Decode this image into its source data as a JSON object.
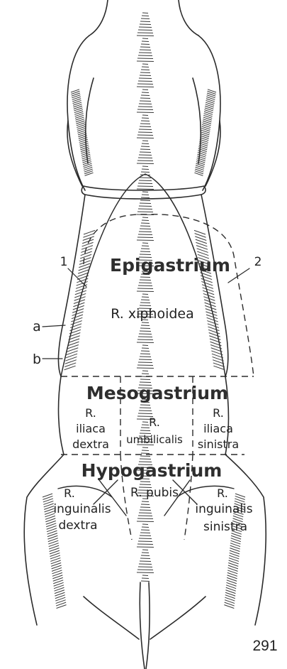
{
  "labels": {
    "epigastrium": "Epigastrium",
    "mesogastrium": "Mesogastrium",
    "hypogastrium": "Hypogastrium",
    "xiphoidea": "R. xiphoidea",
    "iliaca_dextra": [
      "R.",
      "iliaca",
      "dextra"
    ],
    "umbilicalis": [
      "R.",
      "umbilicalis"
    ],
    "iliaca_sinistra": [
      "R.",
      "iliaca",
      "sinistra"
    ],
    "pubis": "R. pubis",
    "inguinalis_dextra": [
      "R.",
      "inguinalis",
      "dextra"
    ],
    "inguinalis_sinistra": [
      "R.",
      "inguinalis",
      "sinistra"
    ],
    "marker_1": "1",
    "marker_2": "2",
    "marker_a": "a",
    "marker_b": "b",
    "page_number": "291"
  }
}
